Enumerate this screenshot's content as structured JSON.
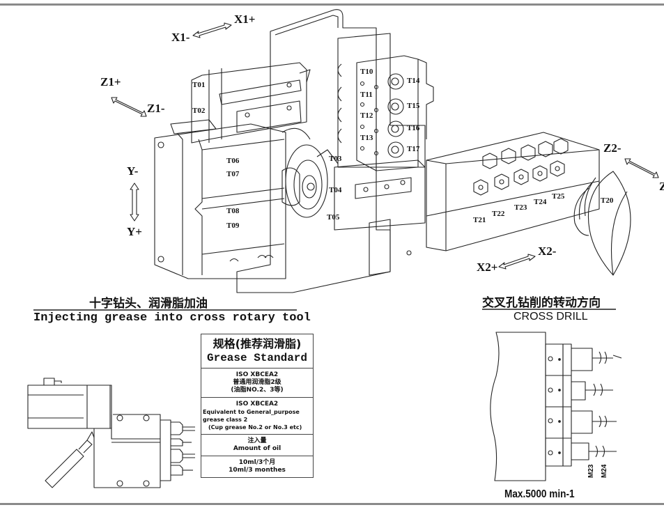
{
  "diagram": {
    "axes": {
      "x1_plus": "X1+",
      "x1_minus": "X1-",
      "z1_plus": "Z1+",
      "z1_minus": "Z1-",
      "y_minus": "Y-",
      "y_plus": "Y+",
      "z2_minus": "Z2-",
      "z2_plus_partial": "Z",
      "x2_minus": "X2-",
      "x2_plus": "X2+"
    },
    "tools": {
      "t01": "T01",
      "t02": "T02",
      "t03": "T03",
      "t04": "T04",
      "t05": "T05",
      "t06": "T06",
      "t07": "T07",
      "t08": "T08",
      "t09": "T09",
      "t10": "T10",
      "t11": "T11",
      "t12": "T12",
      "t13": "T13",
      "t14": "T14",
      "t15": "T15",
      "t16": "T16",
      "t17": "T17",
      "t20": "T20",
      "t21": "T21",
      "t22": "T22",
      "t23": "T23",
      "t24": "T24",
      "t25": "T25"
    }
  },
  "grease_section": {
    "title_cn": "十字钻头、润滑脂加油",
    "title_en": "Injecting grease into cross rotary tool"
  },
  "spec_table": {
    "header_cn": "规格(推荐润滑脂)",
    "header_en": "Grease Standard",
    "rows": [
      {
        "line1": "ISO XBCEA2",
        "line2": "普通用润滑脂2级",
        "line3": "(油脂NO.2、3等)"
      },
      {
        "line1": "ISO XBCEA2",
        "line2": "Equivalent to General_purpose",
        "line3": "grease class 2",
        "line4": "(Cup grease No.2 or No.3 etc)"
      },
      {
        "line1": "注入量",
        "line2": "Amount of oil"
      },
      {
        "line1": "10ml/3个月",
        "line2": "10ml/3 monthes"
      }
    ]
  },
  "cross_drill": {
    "title_cn": "交叉孔钻削的转动方向",
    "title_en": "CROSS DRILL",
    "labels": {
      "m23": "M23",
      "m24": "M24"
    },
    "max_speed": "Max.5000 min-1"
  }
}
